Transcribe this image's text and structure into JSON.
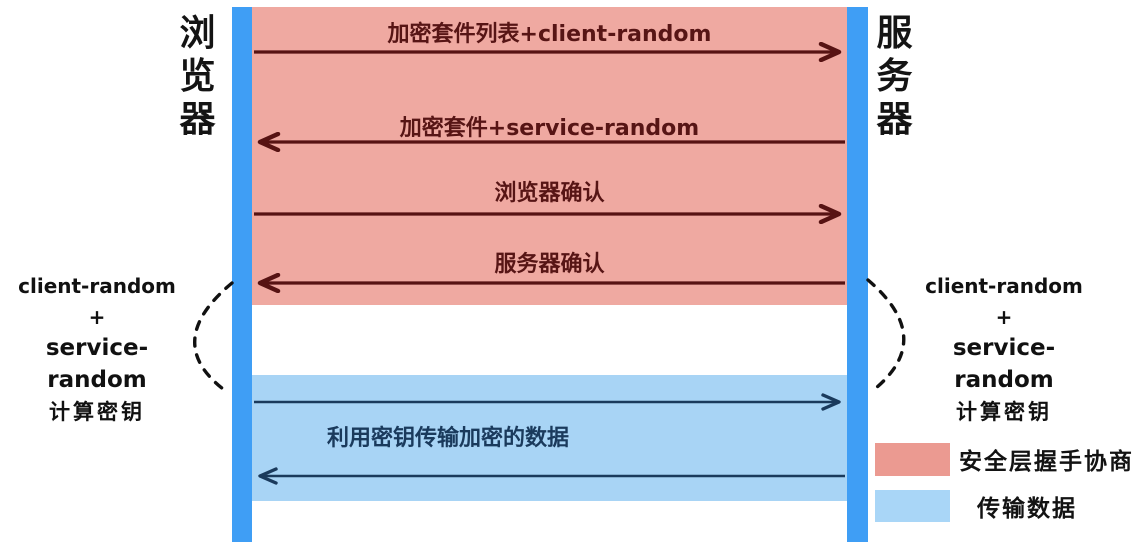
{
  "diagram": {
    "title_hint": "TLS handshake sequence diagram",
    "left_actor": {
      "label": "浏览器",
      "chars": [
        "浏",
        "览",
        "器"
      ]
    },
    "right_actor": {
      "label": "服务器",
      "chars": [
        "服",
        "务",
        "器"
      ]
    },
    "handshake_messages": [
      {
        "label": "加密套件列表+client-random",
        "direction": "right"
      },
      {
        "label": "加密套件+service-random",
        "direction": "left"
      },
      {
        "label": "浏览器确认",
        "direction": "right"
      },
      {
        "label": "服务器确认",
        "direction": "left"
      }
    ],
    "key_note_left": {
      "line1": "client-random",
      "line2": "+",
      "line3": "service-random",
      "line4": "计算密钥"
    },
    "key_note_right": {
      "line1": "client-random",
      "line2": "+",
      "line3": "service-random",
      "line4": "计算密钥"
    },
    "transfer": {
      "label": "利用密钥传输加密的数据",
      "arrows": [
        "right",
        "left"
      ]
    },
    "legend": [
      {
        "label": "安全层握手协商",
        "swatch_color": "#eb9a91"
      },
      {
        "label": "传输数据",
        "swatch_color": "#a9d6f7"
      }
    ],
    "colors": {
      "lifeline_blue": "#3f9ef5",
      "handshake_band": "#efa9a1",
      "transfer_band": "#a8d4f5",
      "handshake_arrow": "#571313",
      "transfer_arrow": "#1a3a5c",
      "brace_dash": "#111111"
    }
  }
}
